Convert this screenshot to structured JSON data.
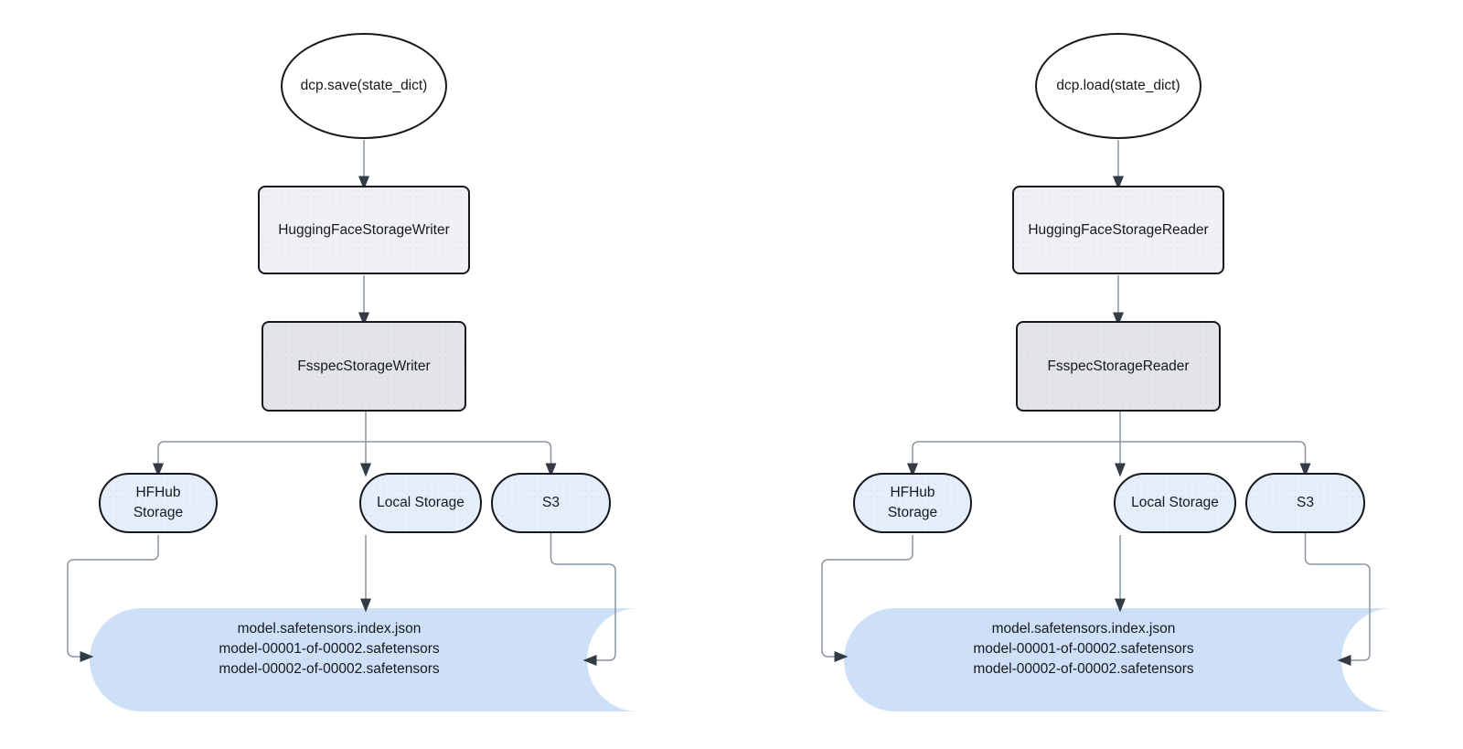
{
  "page": {
    "background": "#ffffff"
  },
  "palette": {
    "node_border": "#16191d",
    "text": "#16191d",
    "class_box_light_fill": "#f0f1f4",
    "class_box_dark_fill": "#e2e4e9",
    "storage_pill_fill": "#e5eefb",
    "files_cylinder_fill": "#cde0f8",
    "edge_stroke": "#8b959f",
    "arrowhead_fill": "#333b44"
  },
  "diagrams": [
    {
      "name": "save-flow",
      "entry_label": "dcp.save(state_dict)",
      "storage_class_label": "HuggingFaceStorageWriter",
      "fsspec_class_label": "FsspecStorageWriter",
      "storages": [
        "HFHub\nStorage",
        "Local Storage",
        "S3"
      ],
      "files": [
        "model.safetensors.index.json",
        "model-00001-of-00002.safetensors",
        "model-00002-of-00002.safetensors"
      ]
    },
    {
      "name": "load-flow",
      "entry_label": "dcp.load(state_dict)",
      "storage_class_label": "HuggingFaceStorageReader",
      "fsspec_class_label": "FsspecStorageReader",
      "storages": [
        "HFHub\nStorage",
        "Local Storage",
        "S3"
      ],
      "files": [
        "model.safetensors.index.json",
        "model-00001-of-00002.safetensors",
        "model-00002-of-00002.safetensors"
      ]
    }
  ]
}
